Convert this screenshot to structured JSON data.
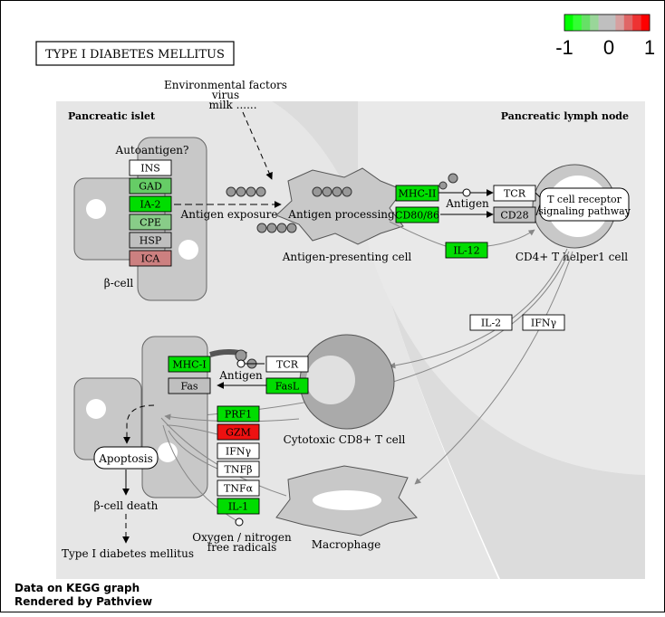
{
  "title": "TYPE I DIABETES MELLITUS",
  "legend": {
    "ticks": [
      "-1",
      "0",
      "1"
    ],
    "colors": [
      "#00ff00",
      "#33ff33",
      "#66e066",
      "#99d699",
      "#bfbfbf",
      "#bfbfbf",
      "#d6a0a0",
      "#e06666",
      "#ee3333",
      "#ff0000"
    ]
  },
  "colors": {
    "green": "#00dd00",
    "light_green": "#66cc66",
    "pale_green": "#88cc88",
    "gray": "#bfbfbf",
    "dusty_red": "#cc8080",
    "red": "#ee1111",
    "white": "#ffffff",
    "region": "#e6e6e6",
    "cell": "#c8c8c8"
  },
  "labels": {
    "environmental_factors": "Environmental factors",
    "virus": "virus",
    "milk": "milk ......",
    "pancreatic_islet": "Pancreatic islet",
    "pancreatic_lymph_node": "Pancreatic lymph node",
    "autoantigen": "Autoantigen?",
    "antigen_exposure": "Antigen exposure",
    "antigen_processing": "Antigen processing",
    "antigen_1": "Antigen",
    "antigen_2": "Antigen",
    "antigen_presenting_cell": "Antigen-presenting cell",
    "beta_cell": "β-cell",
    "cd4_cell": "CD4+ T helper1 cell",
    "tcr_pathway_1": "T cell receptor",
    "tcr_pathway_2": "signaling pathway",
    "cytotoxic": "Cytotoxic CD8+ T cell",
    "apoptosis": "Apoptosis",
    "beta_cell_death": "β-cell death",
    "t1dm": "Type I diabetes mellitus",
    "oxygen_1": "Oxygen / nitrogen",
    "oxygen_2": "free radicals",
    "macrophage": "Macrophage"
  },
  "genes": {
    "INS": "INS",
    "GAD": "GAD",
    "IA2": "IA-2",
    "CPE": "CPE",
    "HSP": "HSP",
    "ICA": "ICA",
    "MHC2": "MHC-II",
    "CD80": "CD80/86",
    "TCR1": "TCR",
    "CD28": "CD28",
    "IL12": "IL-12",
    "IL2": "IL-2",
    "IFNG1": "IFNγ",
    "MHC1": "MHC-I",
    "FAS": "Fas",
    "TCR2": "TCR",
    "FASL": "FasL",
    "PRF1": "PRF1",
    "GZM": "GZM",
    "IFNG2": "IFNγ",
    "TNFB": "TNFβ",
    "TNFA": "TNFα",
    "IL1": "IL-1"
  },
  "footer": {
    "line1": "Data on KEGG graph",
    "line2": "Rendered by Pathview"
  }
}
